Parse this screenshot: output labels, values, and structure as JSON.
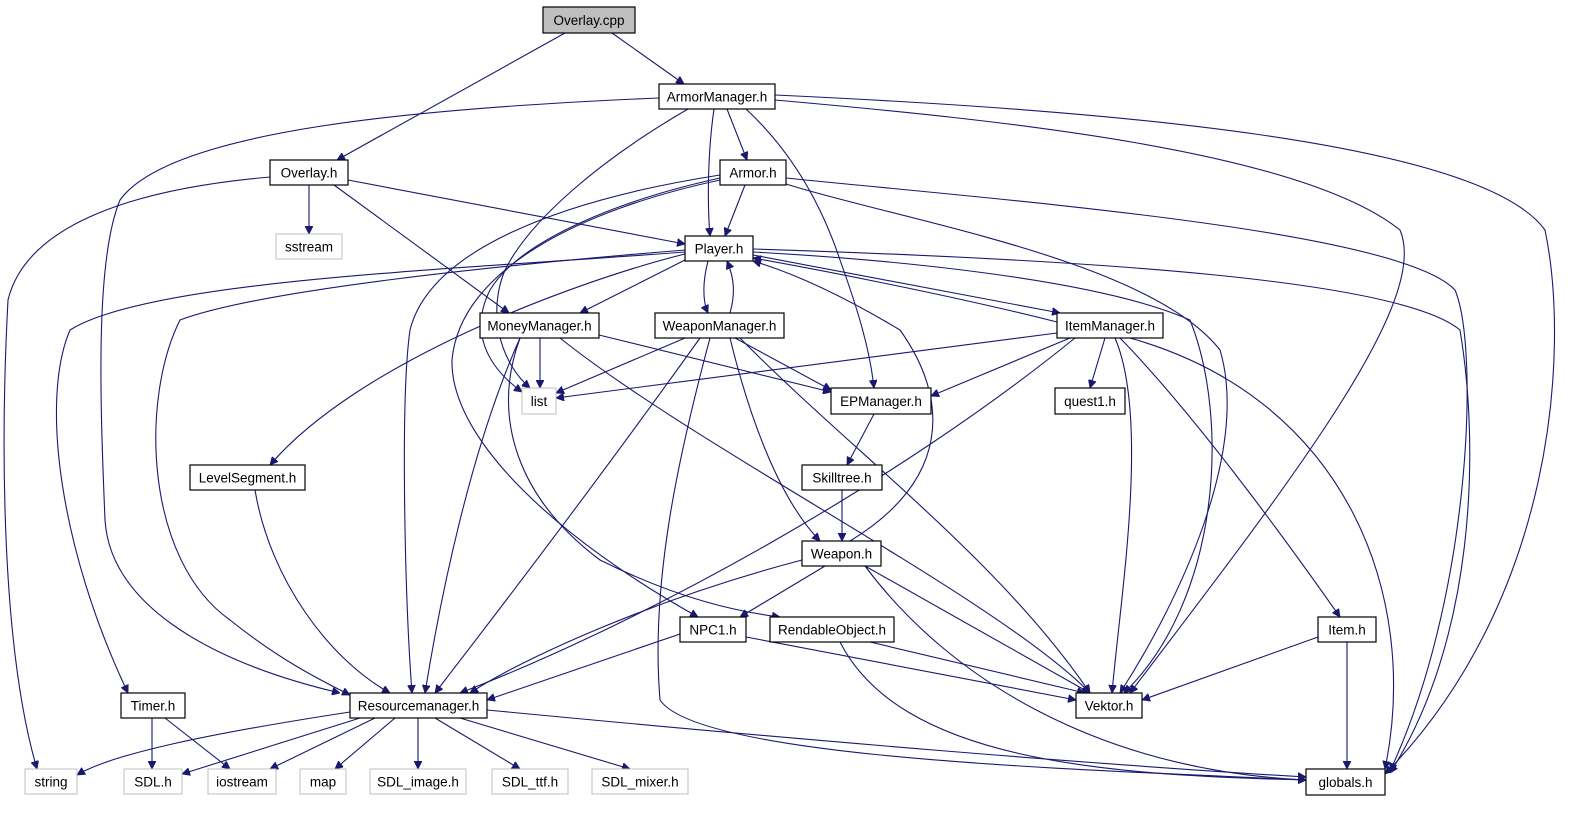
{
  "colors": {
    "edge": "#191970",
    "node_border": "#000000",
    "system_header_border": "#bfbfbf",
    "root_fill": "#bfbfbf",
    "node_fill": "#ffffff"
  },
  "nodes": [
    {
      "id": "overlay_cpp",
      "label": "Overlay.cpp",
      "kind": "root"
    },
    {
      "id": "armormanager_h",
      "label": "ArmorManager.h",
      "kind": "project"
    },
    {
      "id": "overlay_h",
      "label": "Overlay.h",
      "kind": "project"
    },
    {
      "id": "armor_h",
      "label": "Armor.h",
      "kind": "project"
    },
    {
      "id": "sstream",
      "label": "sstream",
      "kind": "system"
    },
    {
      "id": "player_h",
      "label": "Player.h",
      "kind": "project"
    },
    {
      "id": "moneymanager_h",
      "label": "MoneyManager.h",
      "kind": "project"
    },
    {
      "id": "weaponmanager_h",
      "label": "WeaponManager.h",
      "kind": "project"
    },
    {
      "id": "itemmanager_h",
      "label": "ItemManager.h",
      "kind": "project"
    },
    {
      "id": "list",
      "label": "list",
      "kind": "system"
    },
    {
      "id": "epmanager_h",
      "label": "EPManager.h",
      "kind": "project"
    },
    {
      "id": "quest1_h",
      "label": "quest1.h",
      "kind": "project"
    },
    {
      "id": "levelsegment_h",
      "label": "LevelSegment.h",
      "kind": "project"
    },
    {
      "id": "skilltree_h",
      "label": "Skilltree.h",
      "kind": "project"
    },
    {
      "id": "weapon_h",
      "label": "Weapon.h",
      "kind": "project"
    },
    {
      "id": "npc1_h",
      "label": "NPC1.h",
      "kind": "project"
    },
    {
      "id": "rendableobject_h",
      "label": "RendableObject.h",
      "kind": "project"
    },
    {
      "id": "item_h",
      "label": "Item.h",
      "kind": "project"
    },
    {
      "id": "timer_h",
      "label": "Timer.h",
      "kind": "project"
    },
    {
      "id": "resourcemanager_h",
      "label": "Resourcemanager.h",
      "kind": "project"
    },
    {
      "id": "vektor_h",
      "label": "Vektor.h",
      "kind": "project"
    },
    {
      "id": "string",
      "label": "string",
      "kind": "system"
    },
    {
      "id": "sdl_h",
      "label": "SDL.h",
      "kind": "system"
    },
    {
      "id": "iostream",
      "label": "iostream",
      "kind": "system"
    },
    {
      "id": "map",
      "label": "map",
      "kind": "system"
    },
    {
      "id": "sdl_image_h",
      "label": "SDL_image.h",
      "kind": "system"
    },
    {
      "id": "sdl_ttf_h",
      "label": "SDL_ttf.h",
      "kind": "system"
    },
    {
      "id": "sdl_mixer_h",
      "label": "SDL_mixer.h",
      "kind": "system"
    },
    {
      "id": "globals_h",
      "label": "globals.h",
      "kind": "project"
    }
  ],
  "edges": [
    [
      "overlay_cpp",
      "armormanager_h"
    ],
    [
      "overlay_cpp",
      "overlay_h"
    ],
    [
      "armormanager_h",
      "armor_h"
    ],
    [
      "armormanager_h",
      "player_h"
    ],
    [
      "armormanager_h",
      "list"
    ],
    [
      "armormanager_h",
      "epmanager_h"
    ],
    [
      "armormanager_h",
      "resourcemanager_h"
    ],
    [
      "armormanager_h",
      "vektor_h"
    ],
    [
      "armormanager_h",
      "globals_h"
    ],
    [
      "overlay_h",
      "sstream"
    ],
    [
      "overlay_h",
      "player_h"
    ],
    [
      "overlay_h",
      "moneymanager_h"
    ],
    [
      "overlay_h",
      "string"
    ],
    [
      "armor_h",
      "player_h"
    ],
    [
      "armor_h",
      "list"
    ],
    [
      "armor_h",
      "npc1_h"
    ],
    [
      "armor_h",
      "resourcemanager_h"
    ],
    [
      "armor_h",
      "vektor_h"
    ],
    [
      "armor_h",
      "globals_h"
    ],
    [
      "player_h",
      "moneymanager_h"
    ],
    [
      "player_h",
      "weaponmanager_h"
    ],
    [
      "player_h",
      "itemmanager_h"
    ],
    [
      "player_h",
      "levelsegment_h"
    ],
    [
      "player_h",
      "timer_h"
    ],
    [
      "player_h",
      "resourcemanager_h"
    ],
    [
      "player_h",
      "vektor_h"
    ],
    [
      "player_h",
      "globals_h"
    ],
    [
      "weaponmanager_h",
      "player_h"
    ],
    [
      "itemmanager_h",
      "player_h"
    ],
    [
      "weapon_h",
      "player_h"
    ],
    [
      "moneymanager_h",
      "list"
    ],
    [
      "moneymanager_h",
      "epmanager_h"
    ],
    [
      "moneymanager_h",
      "resourcemanager_h"
    ],
    [
      "moneymanager_h",
      "rendableobject_h"
    ],
    [
      "moneymanager_h",
      "vektor_h"
    ],
    [
      "weaponmanager_h",
      "list"
    ],
    [
      "weaponmanager_h",
      "epmanager_h"
    ],
    [
      "weaponmanager_h",
      "weapon_h"
    ],
    [
      "weaponmanager_h",
      "resourcemanager_h"
    ],
    [
      "weaponmanager_h",
      "vektor_h"
    ],
    [
      "weaponmanager_h",
      "globals_h"
    ],
    [
      "itemmanager_h",
      "list"
    ],
    [
      "itemmanager_h",
      "epmanager_h"
    ],
    [
      "itemmanager_h",
      "quest1_h"
    ],
    [
      "itemmanager_h",
      "item_h"
    ],
    [
      "itemmanager_h",
      "resourcemanager_h"
    ],
    [
      "itemmanager_h",
      "vektor_h"
    ],
    [
      "itemmanager_h",
      "globals_h"
    ],
    [
      "epmanager_h",
      "skilltree_h"
    ],
    [
      "skilltree_h",
      "weapon_h"
    ],
    [
      "levelsegment_h",
      "resourcemanager_h"
    ],
    [
      "weapon_h",
      "npc1_h"
    ],
    [
      "weapon_h",
      "resourcemanager_h"
    ],
    [
      "weapon_h",
      "vektor_h"
    ],
    [
      "weapon_h",
      "globals_h"
    ],
    [
      "npc1_h",
      "resourcemanager_h"
    ],
    [
      "npc1_h",
      "vektor_h"
    ],
    [
      "rendableobject_h",
      "vektor_h"
    ],
    [
      "rendableobject_h",
      "globals_h"
    ],
    [
      "item_h",
      "vektor_h"
    ],
    [
      "item_h",
      "globals_h"
    ],
    [
      "timer_h",
      "sdl_h"
    ],
    [
      "timer_h",
      "iostream"
    ],
    [
      "resourcemanager_h",
      "string"
    ],
    [
      "resourcemanager_h",
      "sdl_h"
    ],
    [
      "resourcemanager_h",
      "iostream"
    ],
    [
      "resourcemanager_h",
      "map"
    ],
    [
      "resourcemanager_h",
      "sdl_image_h"
    ],
    [
      "resourcemanager_h",
      "sdl_ttf_h"
    ],
    [
      "resourcemanager_h",
      "sdl_mixer_h"
    ],
    [
      "resourcemanager_h",
      "globals_h"
    ]
  ]
}
